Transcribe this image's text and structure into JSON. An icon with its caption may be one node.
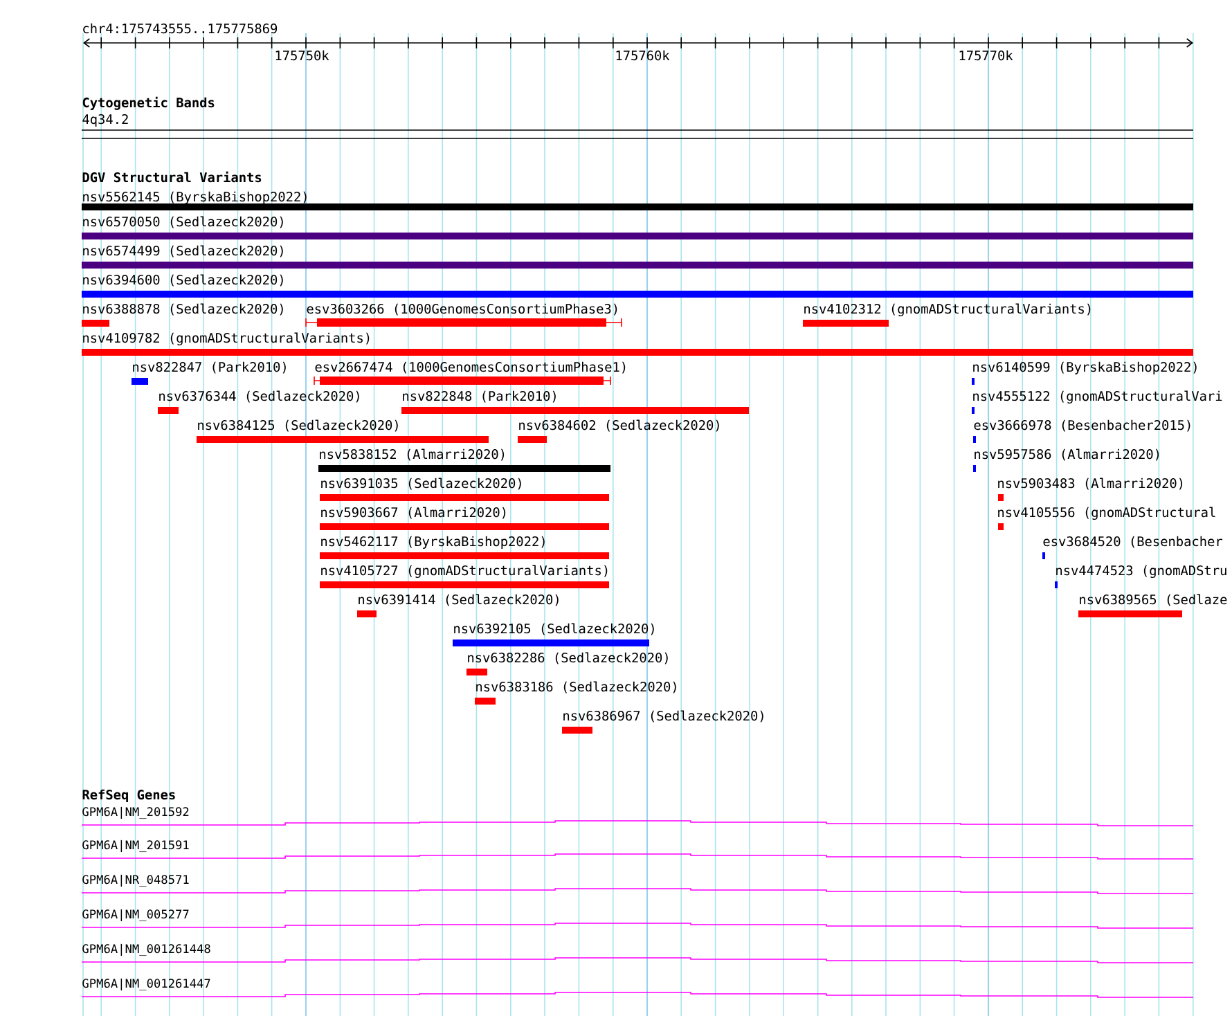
{
  "diagram": {
    "title": "chr4:175743555..175775869",
    "nodes": [
      {
        "text": [
          "nsv5562145 (ByrskaBishop2022)"
        ]
      },
      {
        "text": [
          "nsv6570050 (Sedlazeck2020)"
        ]
      },
      {
        "text": [
          "nsv6574499 (Sedlazeck2020)"
        ]
      },
      {
        "text": [
          "nsv6394600 (Sedlazeck2020)"
        ]
      },
      {
        "text": [
          "nsv6388878 (Sedlazeck2020)"
        ]
      },
      {
        "text": [
          "esv3603266 (1000GenomesConsortiumPhase3)"
        ]
      },
      {
        "text": [
          "nsv4102312 (gnomADStructuralVariants)"
        ]
      },
      {
        "text": [
          "nsv4109782 (gnomADStructuralVariants)"
        ]
      },
      {
        "text": [
          "nsv822847 (Park2010)"
        ]
      },
      {
        "text": [
          "esv2667474 (1000GenomesConsortiumPhase1)"
        ]
      },
      {
        "text": [
          "nsv6140599 (ByrskaBishop2022)"
        ]
      },
      {
        "text": [
          "nsv6376344 (Sedlazeck2020)"
        ]
      },
      {
        "text": [
          "nsv822848 (Park2010)"
        ]
      },
      {
        "text": [
          "nsv4555122 (gnomADStructuralVari"
        ]
      },
      {
        "text": [
          "nsv6384125 (Sedlazeck2020)"
        ]
      },
      {
        "text": [
          "nsv6384602 (Sedlazeck2020)"
        ]
      },
      {
        "text": [
          "esv3666978 (Besenbacher2015)"
        ]
      },
      {
        "text": [
          "nsv5838152 (Almarri2020)"
        ]
      },
      {
        "text": [
          "nsv5957586 (Almarri2020)"
        ]
      },
      {
        "text": [
          "nsv6391035 (Sedlazeck2020)"
        ]
      },
      {
        "text": [
          "nsv5903483 (Almarri2020)"
        ]
      },
      {
        "text": [
          "nsv5903667 (Almarri2020)"
        ]
      },
      {
        "text": [
          "nsv4105556 (gnomADStructural"
        ]
      },
      {
        "text": [
          "nsv5462117 (ByrskaBishop2022)"
        ]
      },
      {
        "text": [
          "esv3684520 (Besenbacher"
        ]
      },
      {
        "text": [
          "nsv4105727 (gnomADStructuralVariants)"
        ]
      },
      {
        "text": [
          "nsv4474523 (gnomADStru"
        ]
      },
      {
        "text": [
          "nsv6391414 (Sedlazeck2020)"
        ]
      },
      {
        "text": [
          "nsv6389565 (Sedlaze"
        ]
      },
      {
        "text": [
          "nsv6392105 (Sedlazeck2020)"
        ]
      },
      {
        "text": [
          "nsv6382286 (Sedlazeck2020)"
        ]
      },
      {
        "text": [
          "nsv6383186 (Sedlazeck2020)"
        ]
      },
      {
        "text": [
          "nsv6386967 (Sedlazeck2020)"
        ]
      },
      {
        "text": [
          "GPM6A|NM_201592"
        ]
      },
      {
        "text": [
          "GPM6A|NM_201591"
        ]
      },
      {
        "text": [
          "GPM6A|NR_048571"
        ]
      },
      {
        "text": [
          "GPM6A|NM_005277"
        ]
      },
      {
        "text": [
          "GPM6A|NM_001261448"
        ]
      },
      {
        "text": [
          "GPM6A|NM_001261447"
        ]
      }
    ],
    "labels": [
      "175750k",
      "175760k",
      "175770k",
      "Cytogenetic Bands",
      "4q34.2",
      "DGV Structural Variants",
      "RefSeq Genes"
    ]
  }
}
